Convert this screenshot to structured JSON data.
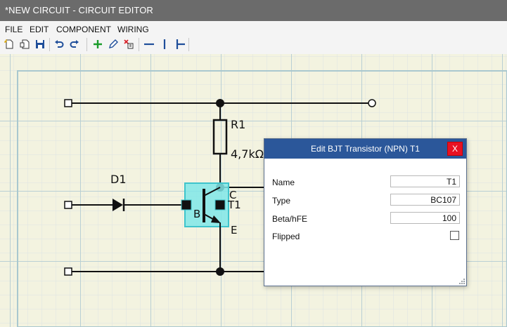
{
  "window": {
    "title": "*NEW CIRCUIT - CIRCUIT EDITOR"
  },
  "menu": {
    "file": "FILE",
    "edit": "EDIT",
    "component": "COMPONENT",
    "wiring": "WIRING"
  },
  "toolbar": {
    "icons": [
      "new-file-icon",
      "open-file-icon",
      "save-icon",
      "undo-icon",
      "redo-icon",
      "add-component-icon",
      "edit-pencil-icon",
      "delete-icon",
      "horizontal-wire-icon",
      "vertical-wire-icon",
      "junction-wire-icon"
    ]
  },
  "circuit": {
    "resistor": {
      "label": "R1",
      "value": "4,7kΩ"
    },
    "diode": {
      "label": "D1"
    },
    "transistor": {
      "base": "B",
      "collector": "C",
      "emitter": "E",
      "label": "T1"
    }
  },
  "dialog": {
    "title": "Edit BJT Transistor (NPN) T1",
    "close": "X",
    "fields": {
      "name": {
        "label": "Name",
        "value": "T1"
      },
      "type": {
        "label": "Type",
        "value": "BC107"
      },
      "beta": {
        "label": "Beta/hFE",
        "value": "100"
      },
      "flipped": {
        "label": "Flipped",
        "checked": false
      }
    }
  },
  "colors": {
    "titlebar": "#6b6b6b",
    "canvas": "#f3f3e0",
    "grid_minor": "#dde3e4",
    "grid_major": "#b9cfd4",
    "selection": "#7fe6e8",
    "dialog_header": "#2b579a",
    "close_button": "#e81123"
  }
}
